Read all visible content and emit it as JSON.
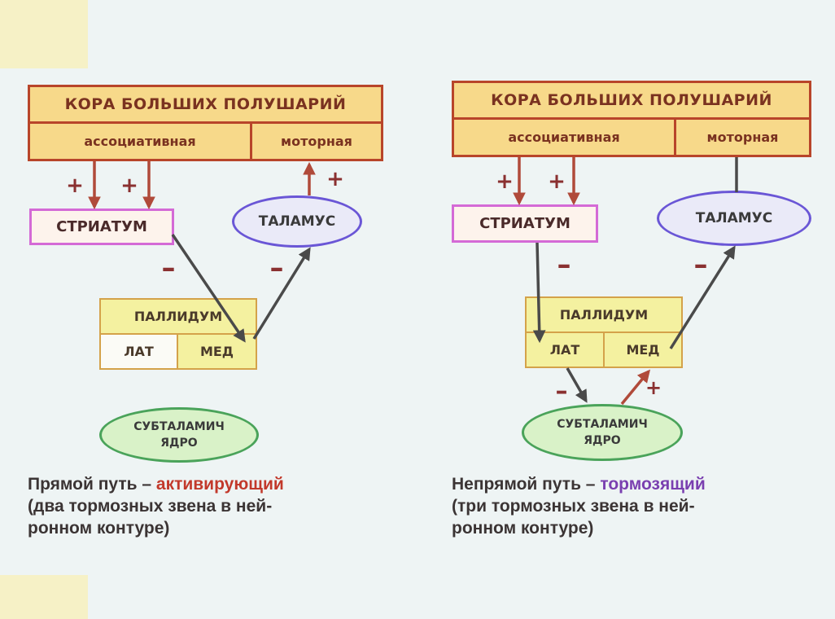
{
  "left": {
    "cortex_title": "КОРА БОЛЬШИХ ПОЛУШАРИЙ",
    "assoc": "ассоциативная",
    "motor": "моторная",
    "striatum": "СТРИАТУМ",
    "thalamus": "ТАЛАМУС",
    "pallidum": "ПАЛЛИДУМ",
    "lat": "ЛАТ",
    "med": "МЕД",
    "subthal_line1": "СУБТАЛАМИЧ",
    "subthal_line2": "ЯДРО",
    "sign_plus_1": "+",
    "sign_plus_2": "+",
    "sign_plus_3": "+",
    "sign_minus_1": "–",
    "sign_minus_2": "–",
    "caption_prefix": "Прямой путь – ",
    "caption_highlight": "активирующий",
    "caption_line2": "(два тормозных звена в ней-",
    "caption_line3": "ронном контуре)"
  },
  "right": {
    "cortex_title": "КОРА БОЛЬШИХ ПОЛУШАРИЙ",
    "assoc": "ассоциативная",
    "motor": "моторная",
    "striatum": "СТРИАТУМ",
    "thalamus": "ТАЛАМУС",
    "pallidum": "ПАЛЛИДУМ",
    "lat": "ЛАТ",
    "med": "МЕД",
    "subthal_line1": "СУБТАЛАМИЧ",
    "subthal_line2": "ЯДРО",
    "sign_plus_1": "+",
    "sign_plus_2": "+",
    "sign_plus_3": "+",
    "sign_minus_1": "–",
    "sign_minus_2": "–",
    "sign_minus_3": "–",
    "caption_prefix": "Непрямой путь – ",
    "caption_highlight": "тормозящий",
    "caption_line2": "(три тормозных звена в ней-",
    "caption_line3": "ронном контуре)"
  },
  "colors": {
    "arrow_red": "#b04a3a",
    "arrow_dark": "#4a4a4a",
    "sign": "#8a3030",
    "highlight_red": "#c2392b",
    "highlight_purple": "#7a3fb0"
  }
}
